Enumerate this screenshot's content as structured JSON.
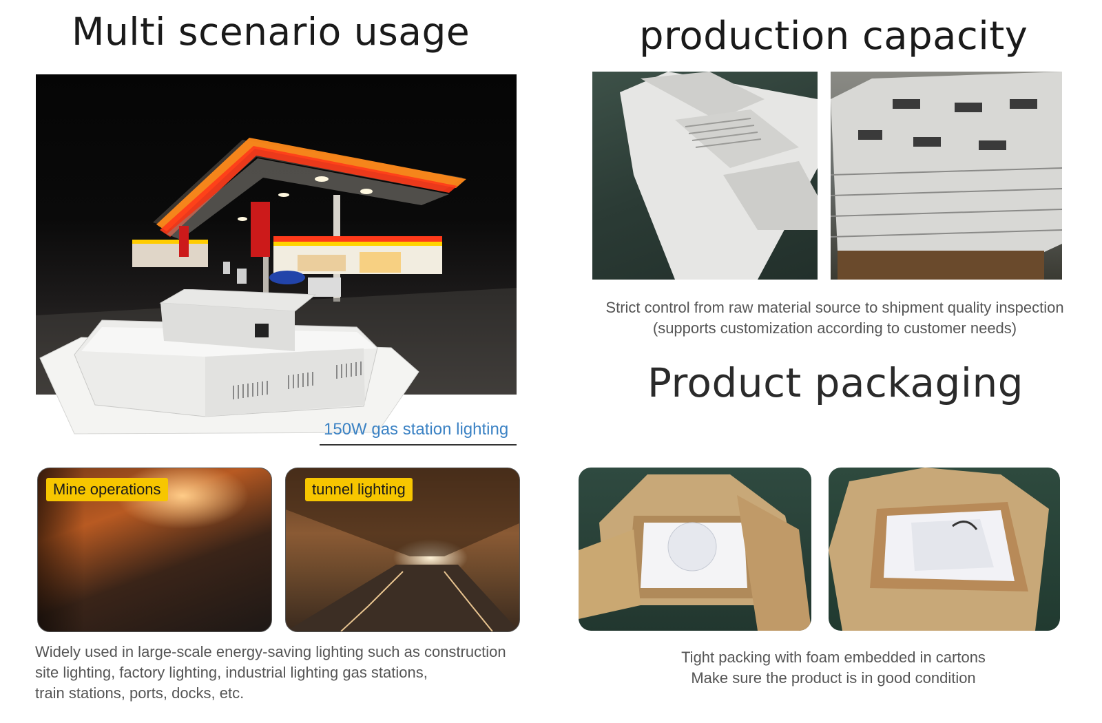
{
  "titles": {
    "multi_scenario": "Multi scenario usage",
    "production_capacity": "production capacity",
    "product_packaging": "Product packaging"
  },
  "hero": {
    "caption": "150W gas station lighting"
  },
  "scenarios": [
    {
      "label": "Mine operations"
    },
    {
      "label": "tunnel lighting"
    }
  ],
  "usage_text": [
    "Widely used in large-scale energy-saving lighting such as construction",
    "site lighting, factory lighting, industrial lighting gas stations,",
    "train stations, ports, docks, etc."
  ],
  "capacity_text": [
    "Strict control from raw material source to shipment quality inspection",
    "(supports customization according to customer needs)"
  ],
  "packaging_text": [
    "Tight packing with foam embedded in cartons",
    "Make sure the product is in good condition"
  ]
}
